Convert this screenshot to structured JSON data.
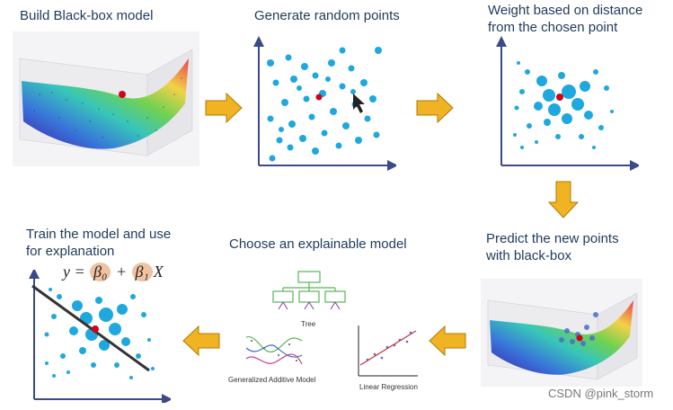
{
  "steps": [
    {
      "title": "Build Black-box model"
    },
    {
      "title": "Generate random points"
    },
    {
      "title": "Weight based on distance\nfrom the chosen point"
    },
    {
      "title": "Predict the new points\nwith black-box"
    },
    {
      "title": "Choose an explainable model"
    },
    {
      "title": "Train the model and use\nfor explanation"
    }
  ],
  "model_options": {
    "tree_label": "Tree",
    "gam_label": "Generalized Additive Model",
    "linreg_label": "Linear Regression"
  },
  "equation": {
    "lhs": "y =",
    "beta0": "β₀",
    "plus": "+",
    "beta1": "β₁",
    "var": "X"
  },
  "watermark": "CSDN @pink_storm",
  "colors": {
    "title_text": "#1f3a5a",
    "arrow_fill": "#f0b323",
    "arrow_stroke": "#b07a00",
    "point": "#1fa8df",
    "chosen_point": "#d0021b",
    "axis": "#3a4a8a"
  }
}
